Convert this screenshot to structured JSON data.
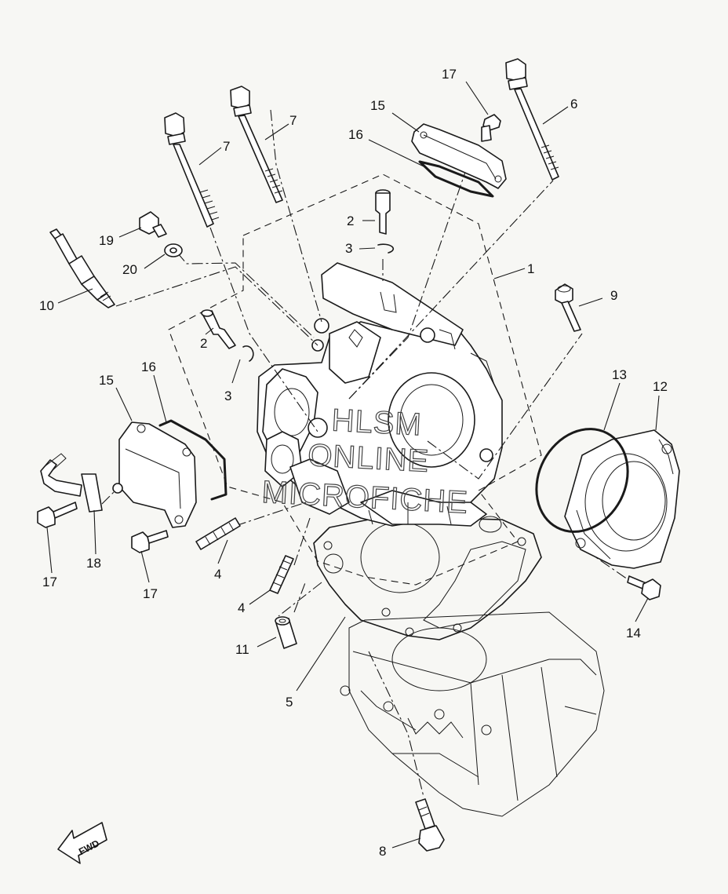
{
  "callouts": {
    "n1": "1",
    "n2a": "2",
    "n2b": "2",
    "n3a": "3",
    "n3b": "3",
    "n4a": "4",
    "n4b": "4",
    "n5": "5",
    "n6": "6",
    "n7a": "7",
    "n7b": "7",
    "n8": "8",
    "n9": "9",
    "n10": "10",
    "n11": "11",
    "n12": "12",
    "n13": "13",
    "n14": "14",
    "n15a": "15",
    "n15b": "15",
    "n16a": "16",
    "n16b": "16",
    "n17a": "17",
    "n17b": "17",
    "n17c": "17",
    "n18": "18",
    "n19": "19",
    "n20": "20"
  },
  "watermark": {
    "line1": "HLSM",
    "line2": "ONLINE",
    "line3": "MICROFICHE"
  },
  "fwd": "FWD"
}
